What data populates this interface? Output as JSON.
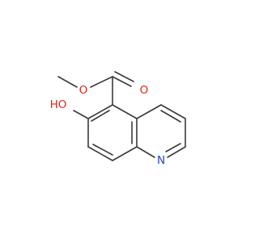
{
  "molecule": {
    "atoms": {
      "ester_oxygen": {
        "label": "O",
        "color": "#e0241b"
      },
      "carbonyl_oxygen": {
        "label": "O",
        "color": "#e0241b"
      },
      "hydroxyl": {
        "label": "HO",
        "color": "#e0241b"
      },
      "ring_nitrogen": {
        "label": "N",
        "color": "#2a3bd6"
      }
    },
    "bond_color": "#3a3a3a"
  }
}
